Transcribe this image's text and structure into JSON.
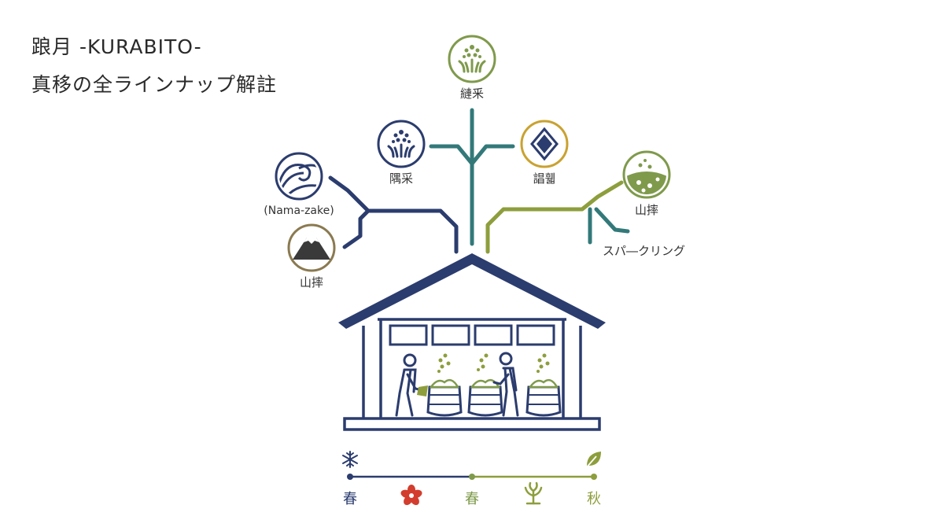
{
  "title": {
    "line1": "踉月 -KURABITO-",
    "line2": "真移の全ラインナップ解註"
  },
  "colors": {
    "navy": "#2b3c6e",
    "teal": "#33797a",
    "olive": "#8d9e3c",
    "green": "#7f9a4b",
    "red": "#d23d2e",
    "mountain": "#8a7a50"
  },
  "branches": {
    "left_top_label": "(Nama-zake)",
    "left_top_icon": "wave-icon",
    "left_bottom_label": "山摔",
    "left_bottom_icon": "mountain-icon",
    "center_left_label": "隅采",
    "center_left_icon": "rice-plant-icon",
    "center_top_label": "縺釆",
    "center_top_icon": "rice-sprout-icon",
    "center_right_label": "誯휇",
    "center_right_icon": "diamond-icon",
    "right_top_label": "山摔",
    "right_top_icon": "bubbles-icon",
    "right_bottom_label": "スパ―クリング"
  },
  "seasons": {
    "labels": [
      "春",
      "",
      "春",
      "",
      "秋"
    ],
    "top_left_icon": "snowflake-icon",
    "top_right_icon": "leaf-icon",
    "icons": [
      "",
      "sakura-icon",
      "",
      "plant-icon",
      ""
    ]
  }
}
